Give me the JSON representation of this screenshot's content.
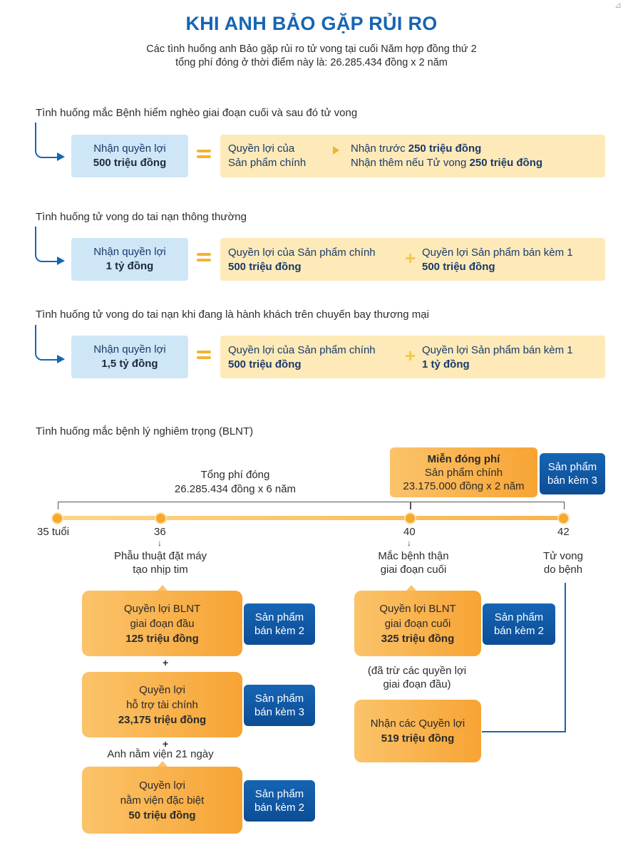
{
  "title": "KHI ANH BẢO GẶP RỦI RO",
  "subtitle": [
    "Các tình huống anh Bảo gặp rủi ro tử vong tại cuối Năm hợp đồng thứ 2",
    "tổng phí đóng ở thời điểm này là: 26.285.434 đồng x 2 năm"
  ],
  "scenarios": [
    {
      "heading": "Tình huống mắc Bệnh hiểm nghèo giai đoạn cuối và sau đó tử vong",
      "receive": {
        "line1": "Nhận quyền lợi",
        "line2": "500 triệu đồng"
      },
      "left": {
        "line1": "Quyền lợi của",
        "line2": "Sản phẩm chính"
      },
      "right": [
        {
          "text": "Nhận trước ",
          "bold": "250 triệu đồng"
        },
        {
          "text": "Nhận thêm nếu Tử vong ",
          "bold": "250 triệu đồng"
        }
      ]
    },
    {
      "heading": "Tình huống tử vong do tai nạn thông thường",
      "receive": {
        "line1": "Nhận quyền lợi",
        "line2": "1 tỷ đồng"
      },
      "left": {
        "line1": "Quyền lợi của Sản phẩm chính",
        "line2": "500 triệu đồng"
      },
      "right_simple": {
        "line1": "Quyền lợi Sản phẩm bán kèm 1",
        "line2": "500 triệu đồng"
      }
    },
    {
      "heading": "Tình huống tử vong do tai nạn khi đang là hành khách trên chuyến bay thương mại",
      "receive": {
        "line1": "Nhận quyền lợi",
        "line2": "1,5 tỷ đồng"
      },
      "left": {
        "line1": "Quyền lợi của Sản phẩm chính",
        "line2": "500 triệu đồng"
      },
      "right_simple": {
        "line1": "Quyền lợi Sản phẩm bán kèm 1",
        "line2": "1 tỷ đồng"
      }
    }
  ],
  "blnt": {
    "heading": "Tình huống mắc bệnh lý nghiêm trọng (BLNT)",
    "total_premium": {
      "line1": "Tổng phí đóng",
      "line2": "26.285.434 đồng x 6 năm"
    },
    "waiver": {
      "title": "Miễn đóng phí",
      "line2": "Sản phẩm chính",
      "line3": "23.175.000 đồng x 2 năm"
    },
    "waiver_product": {
      "line1": "Sản phẩm",
      "line2": "bán kèm 3"
    },
    "ages": [
      "35 tuổi",
      "36",
      "40",
      "42"
    ],
    "event36": {
      "line1": "Phẫu thuật đặt máy",
      "line2": "tạo nhịp tim"
    },
    "event40": {
      "line1": "Mắc bệnh thận",
      "line2": "giai đoạn cuối"
    },
    "event42": {
      "line1": "Tử vong",
      "line2": "do bệnh"
    },
    "arrow": "↓",
    "plus": "+",
    "left_benefits": [
      {
        "line1": "Quyền lợi BLNT",
        "line2": "giai đoạn đầu",
        "amount": "125 triệu đồng",
        "product1": "Sản phẩm",
        "product2": "bán kèm 2"
      },
      {
        "line1": "Quyền lợi",
        "line2": "hỗ trợ tài chính",
        "amount": "23,175 triệu đồng",
        "product1": "Sản phẩm",
        "product2": "bán kèm 3"
      },
      {
        "line1": "Quyền lợi",
        "line2": "nằm viện đặc biệt",
        "amount": "50 triệu đồng",
        "product1": "Sản phẩm",
        "product2": "bán kèm 2"
      }
    ],
    "hospital_note": "Anh nằm viện 21 ngày",
    "right_benefit": {
      "line1": "Quyền lợi BLNT",
      "line2": "giai đoạn cuối",
      "amount": "325 triệu đồng",
      "product1": "Sản phẩm",
      "product2": "bán kèm 2"
    },
    "deducted_note": {
      "line1": "(đã trừ các quyền lợi",
      "line2": "giai đoạn đầu)"
    },
    "final": {
      "line1": "Nhận các Quyền lợi",
      "amount": "519 triệu đồng"
    }
  },
  "colors": {
    "blue": "#1565b4",
    "light_blue": "#cfe6f7",
    "light_yellow": "#fdeab8",
    "orange": "#f7a434",
    "yellow_accent": "#f3b332"
  }
}
